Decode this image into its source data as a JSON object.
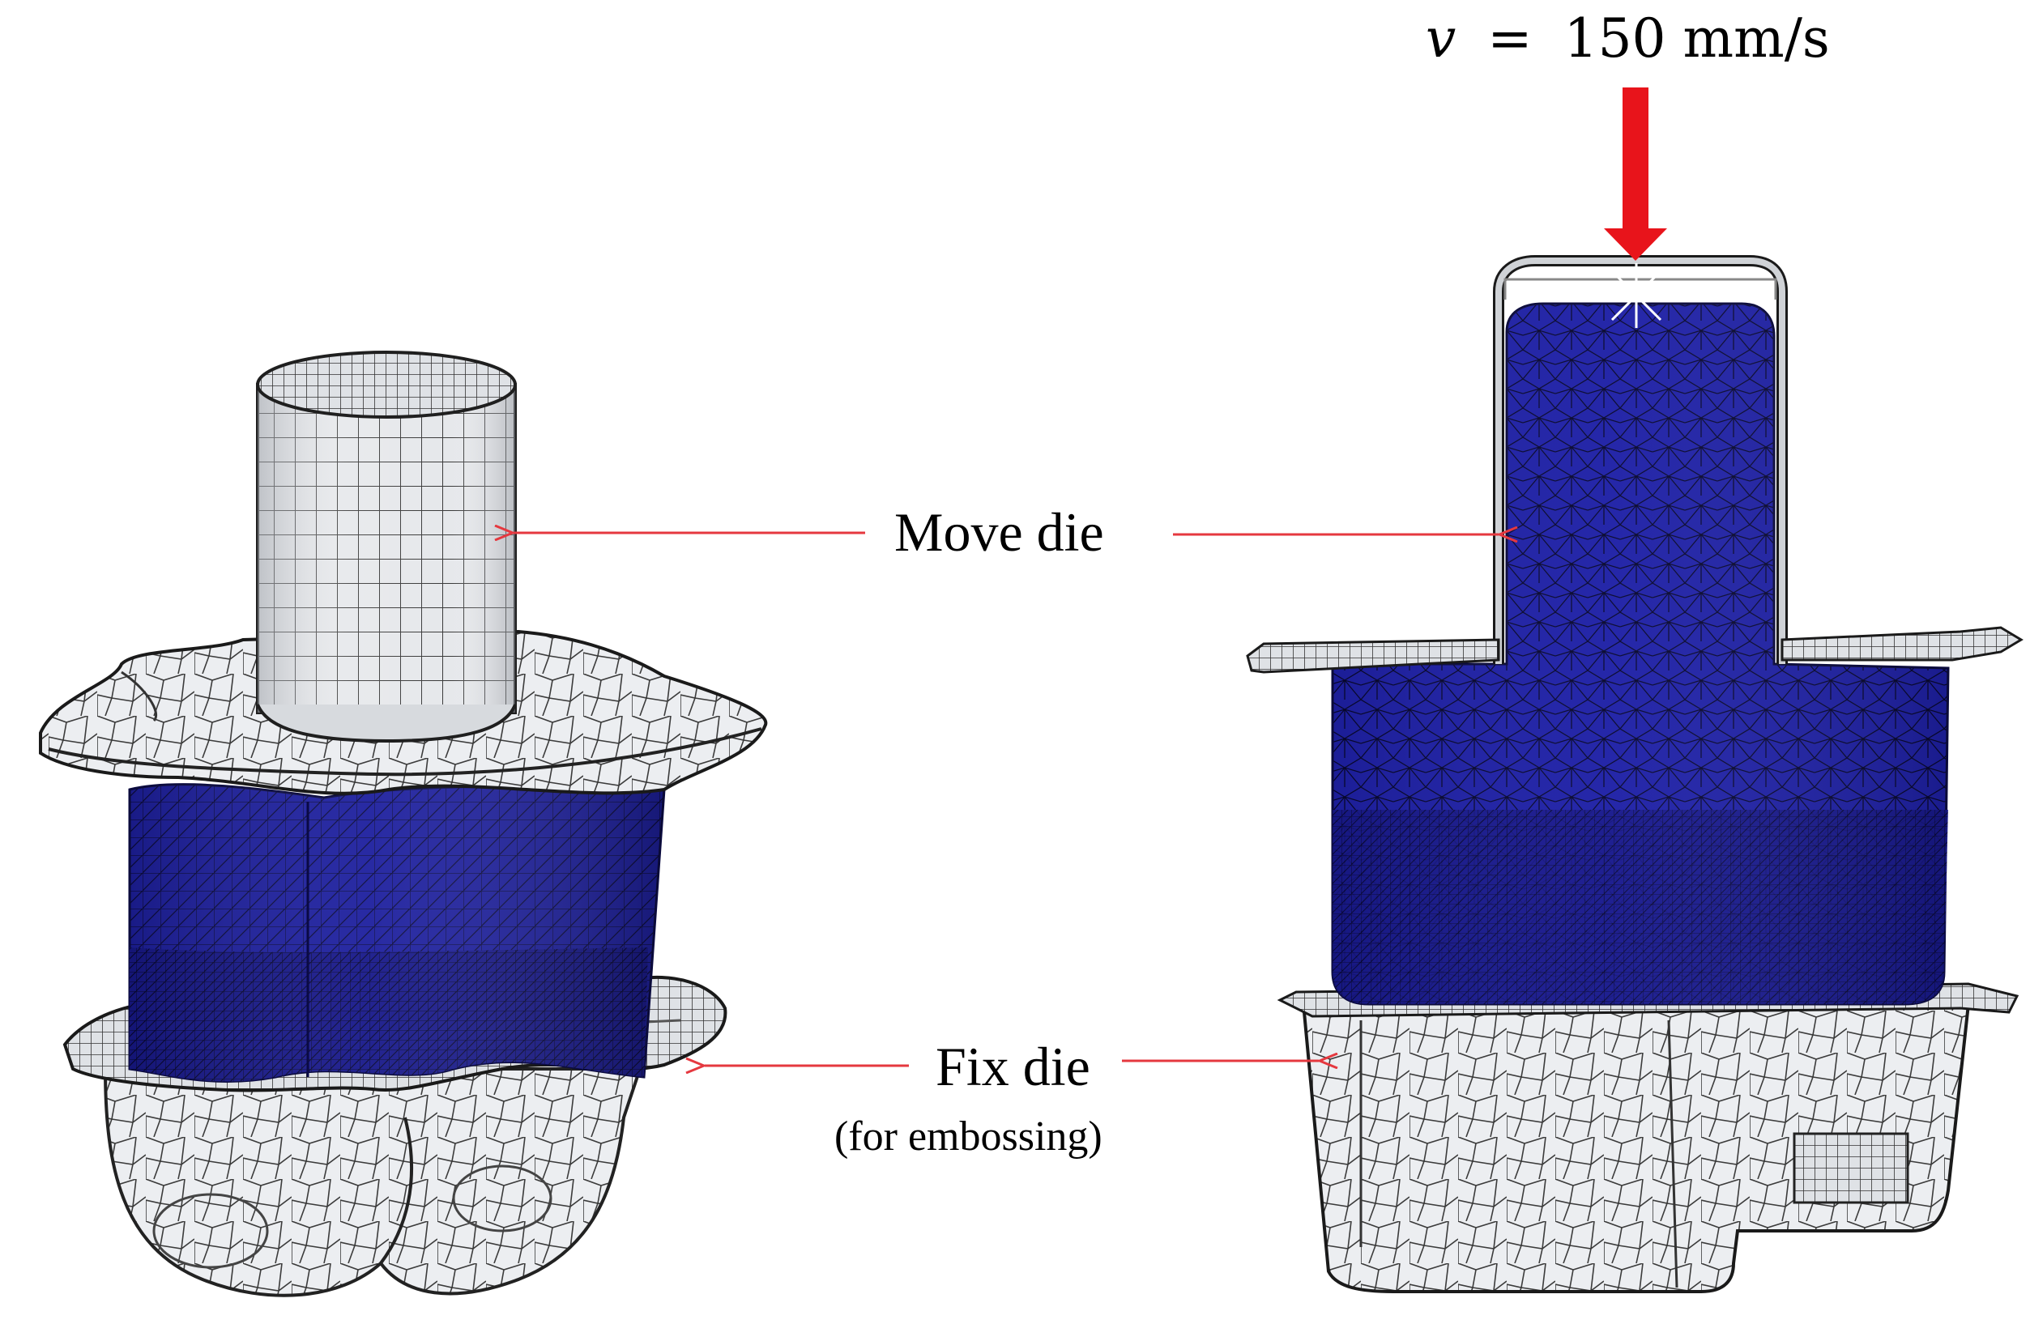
{
  "annotations": {
    "velocity": {
      "symbol": "v",
      "equals": "=",
      "value": "150 mm/s"
    },
    "move_die": "Move die",
    "fix_die": "Fix die",
    "fix_die_note": "(for embossing)"
  },
  "colors": {
    "arrow_red": "#e8141b",
    "pointer_red": "#e5383f",
    "die_blue": "#1d1f9e",
    "die_blue_dark": "#13137a",
    "mesh_line": "#2a2a2a",
    "metal_light": "#e9ebee",
    "metal_mid": "#b9bdc4"
  }
}
